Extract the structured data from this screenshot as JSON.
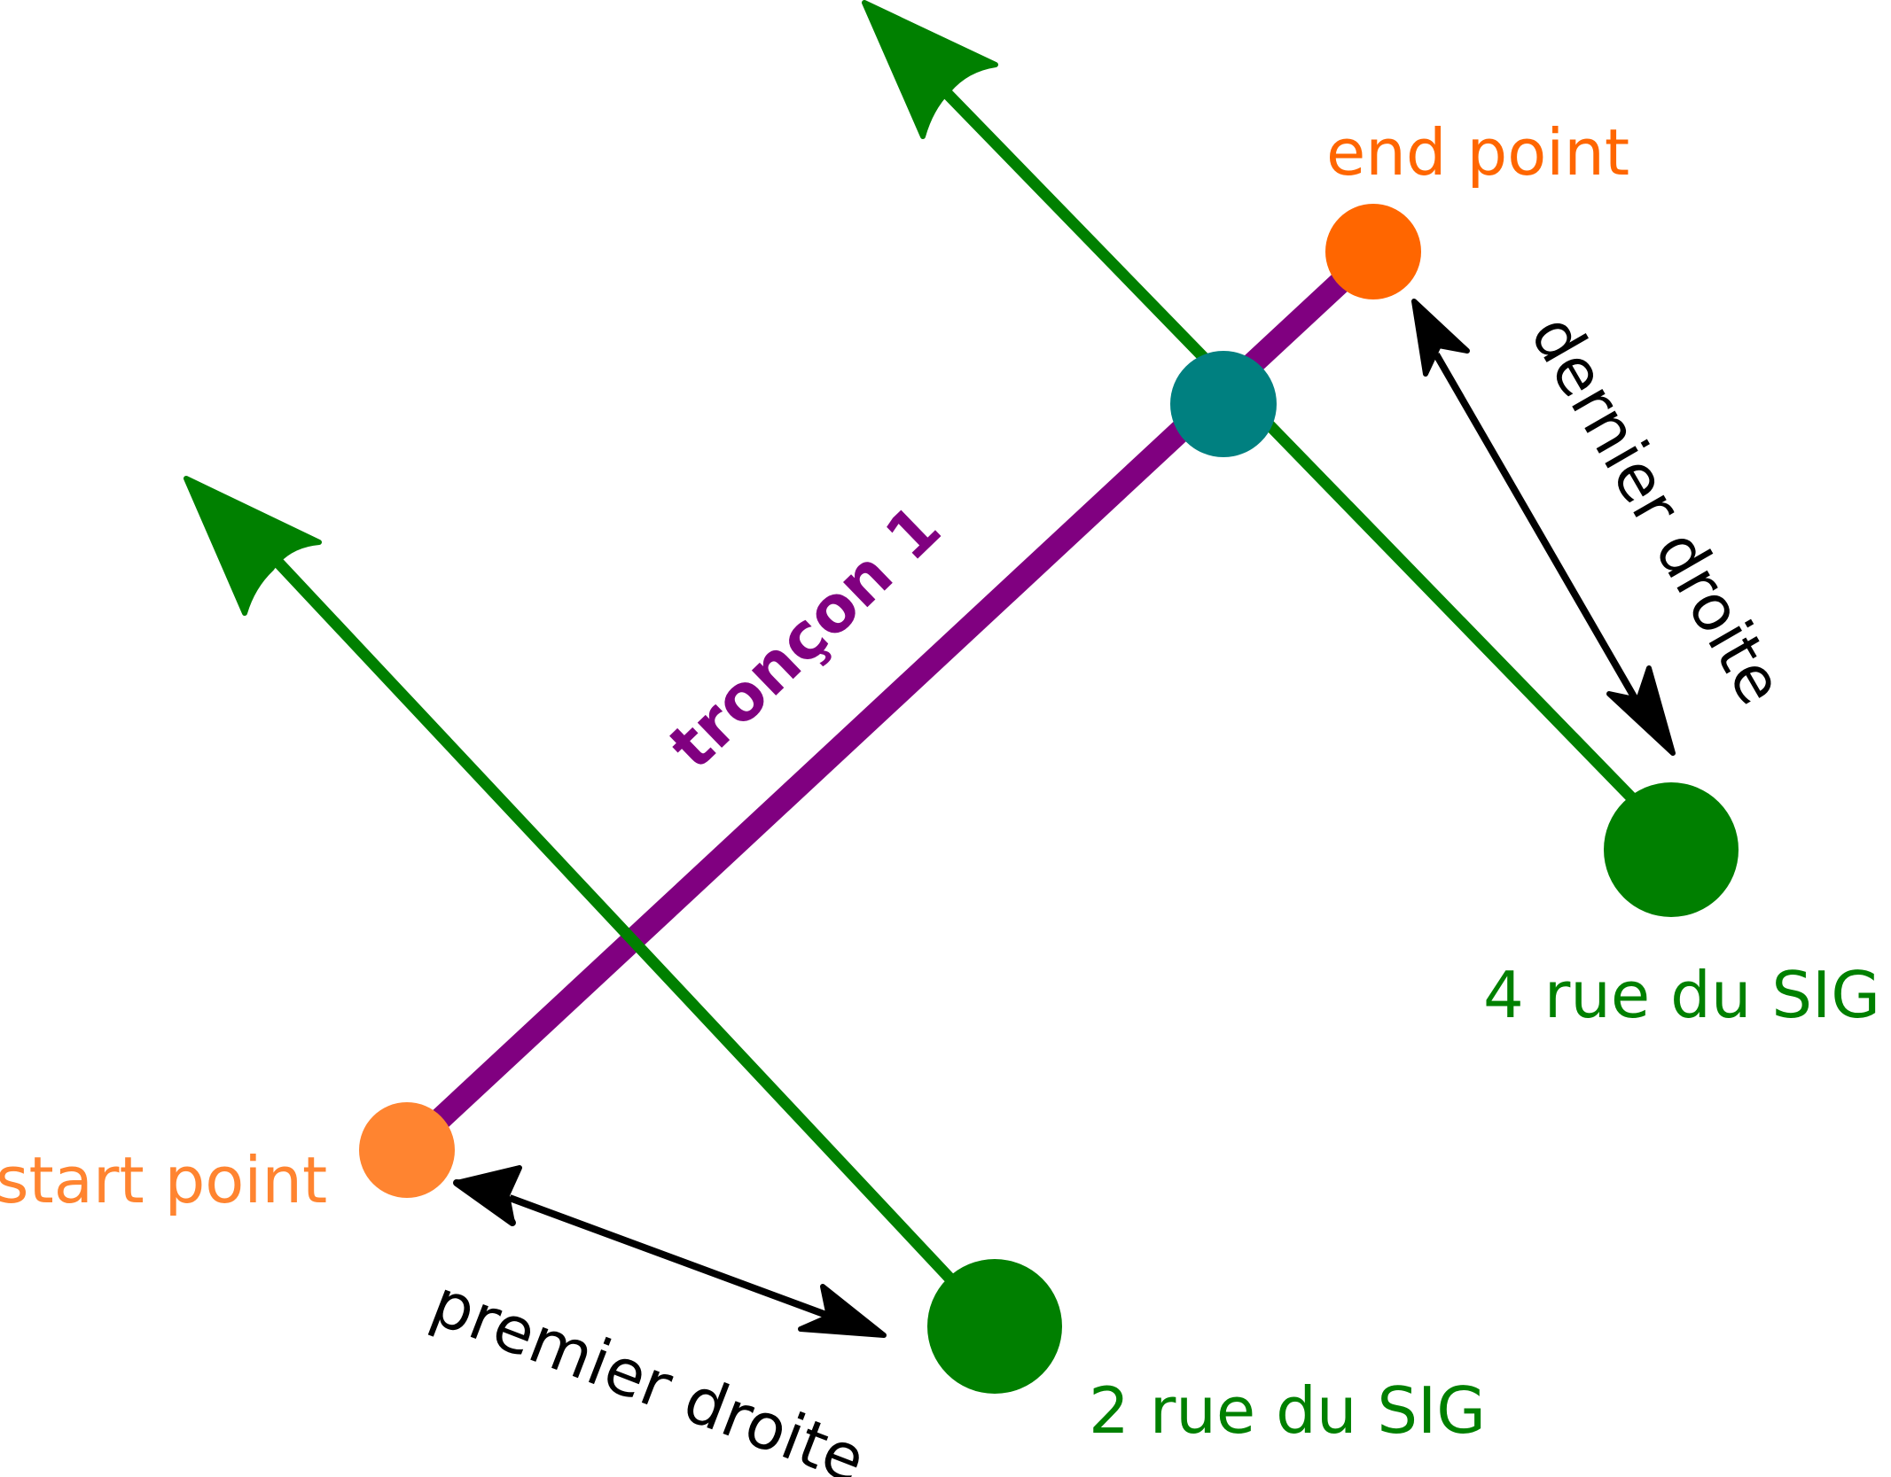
{
  "colors": {
    "segment": "#800080",
    "address_line": "#008000",
    "address_point": "#007f00",
    "start_point": "#ff8430",
    "end_point": "#ff6600",
    "intersection": "#008080",
    "arrow": "#000000",
    "label_orange_start": "#ff8430",
    "label_orange_end": "#ff6600",
    "label_green": "#008000",
    "label_purple": "#800080",
    "label_black": "#000000"
  },
  "labels": {
    "start_point": "start point",
    "end_point": "end point",
    "segment": "tronçon 1",
    "address_2": "2 rue du SIG",
    "address_4": "4 rue du SIG",
    "first_right": "premier droite",
    "last_right": "dernier droite"
  }
}
